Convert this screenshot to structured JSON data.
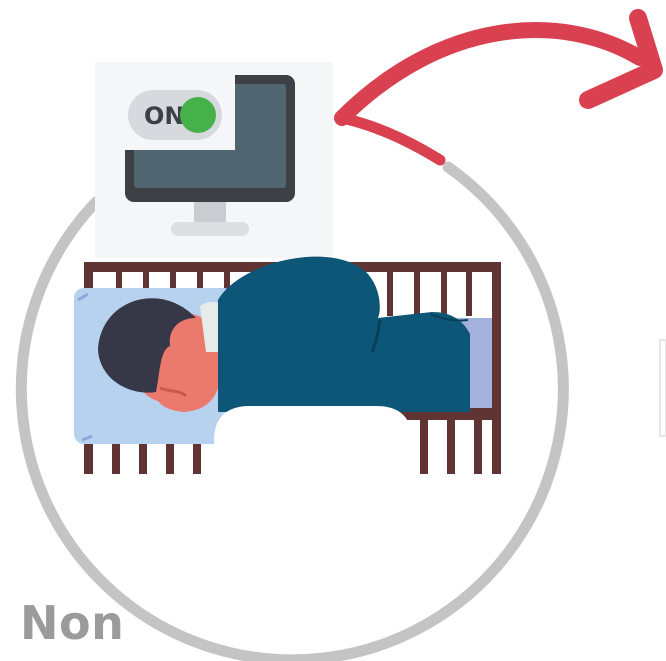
{
  "toggle": {
    "label": "ON",
    "state": "on"
  },
  "caption": {
    "text": "Non"
  },
  "icons": {
    "monitor": "monitor-icon",
    "arrow": "curved-arrow-icon",
    "scene": "sleeping-person-in-crib-icon"
  },
  "colors": {
    "ring": "#c4c4c4",
    "arrow": "#d94150",
    "monitor_frame": "#3d4146",
    "monitor_screen": "#4f6670",
    "toggle_green": "#46b049",
    "crib_wood": "#5f3432",
    "blanket": "#0e5677",
    "hair": "#363848",
    "skin": "#ec7a6c",
    "pillow": "#b7d2ee",
    "caption": "#9b9b9b"
  }
}
